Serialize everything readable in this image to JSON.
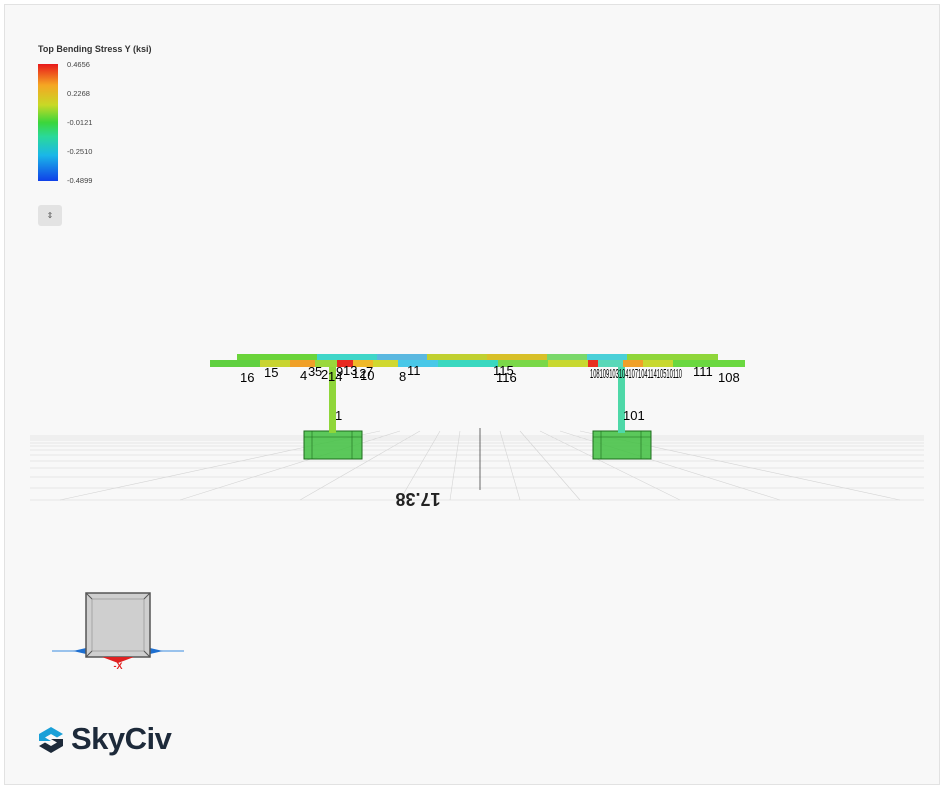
{
  "legend": {
    "title": "Top Bending Stress Y (ksi)",
    "ticks": [
      "0.4656",
      "0.2268",
      "-0.0121",
      "-0.2510",
      "-0.4899"
    ]
  },
  "toggle": {
    "glyph": "⇕"
  },
  "scene": {
    "member_labels": {
      "l16": "16",
      "l15": "15",
      "l4": "4",
      "l3": "3",
      "l5": "5",
      "l2": "2",
      "l14": "14",
      "l9": "9",
      "l13": "13",
      "l12": "12",
      "l7": "7",
      "l10": "10",
      "l8": "8",
      "l11": "11",
      "l115": "115",
      "l116": "116",
      "l1": "1",
      "l101": "101",
      "l111": "111",
      "l108": "108",
      "lc": "10810910310410710411410510110"
    },
    "grid_label": "17.38"
  },
  "view_cube": {
    "axis_label": "-X"
  },
  "brand": {
    "name": "SkyCiv"
  }
}
